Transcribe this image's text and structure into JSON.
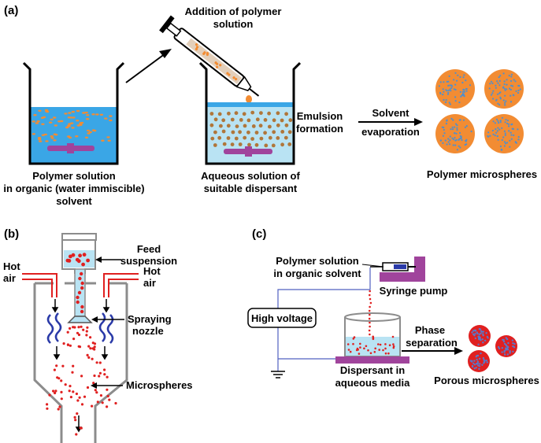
{
  "panels": {
    "a": "(a)",
    "b": "(b)",
    "c": "(c)"
  },
  "panel_a": {
    "addition_line1": "Addition of polymer",
    "addition_line2": "solution",
    "beaker1_line1": "Polymer solution",
    "beaker1_line2": "in organic (water immiscible)",
    "beaker1_line3": "solvent",
    "beaker2_line1": "Aqueous solution of",
    "beaker2_line2": "suitable dispersant",
    "emulsion_line1": "Emulsion",
    "emulsion_line2": "formation",
    "solvent_line1": "Solvent",
    "solvent_line2": "evaporation",
    "microspheres": "Polymer microspheres"
  },
  "panel_b": {
    "feed_line1": "Feed",
    "feed_line2": "suspension",
    "hot_air_left_line1": "Hot",
    "hot_air_left_line2": "air",
    "hot_air_right_line1": "Hot",
    "hot_air_right_line2": "air",
    "nozzle_line1": "Spraying",
    "nozzle_line2": "nozzle",
    "microspheres": "Microspheres"
  },
  "panel_c": {
    "polymer_line1": "Polymer solution",
    "polymer_line2": "in organic solvent",
    "syringe_pump": "Syringe pump",
    "high_voltage": "High voltage",
    "phase_line1": "Phase",
    "phase_line2": "separation",
    "dispersant_line1": "Dispersant in",
    "dispersant_line2": "aqueous media",
    "porous": "Porous microspheres"
  },
  "colors": {
    "water": "#3aa6e6",
    "light_water": "#b9e3f3",
    "magenta": "#a0449c",
    "orange": "#f28c33",
    "particle": "#b0763a",
    "red": "#e02020",
    "blue_line": "#5060c0",
    "gray": "#8c8c8c"
  }
}
